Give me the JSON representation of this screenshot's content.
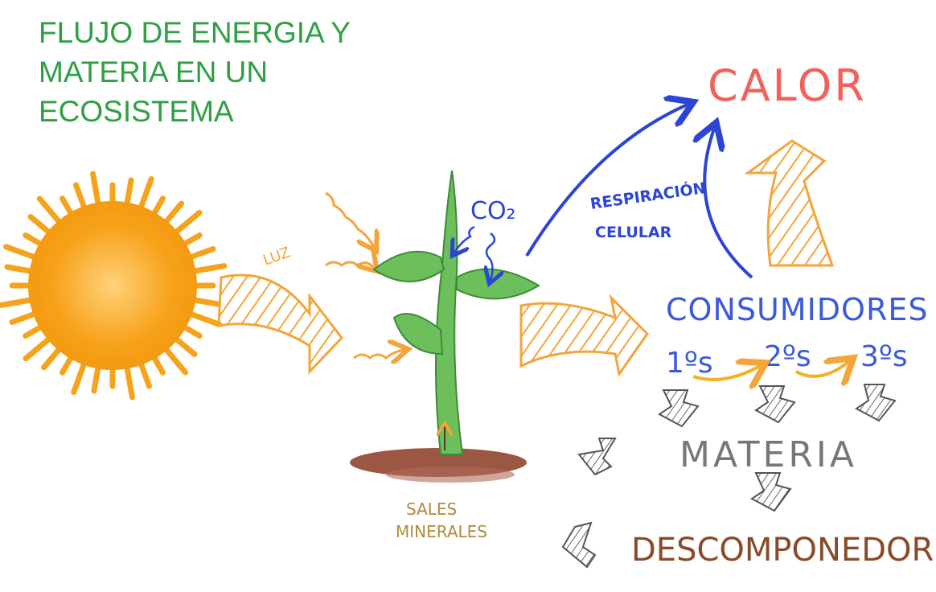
{
  "title": [
    "FLUJO DE ENERGIA Y",
    "MATERIA EN UN",
    "ECOSISTEMA"
  ],
  "labels": {
    "luz": "LUZ",
    "co2": "CO₂",
    "respiracion": "RESPIRACIÓN",
    "celular": "CELULAR",
    "calor": "CALOR",
    "consumidores": "CONSUMIDORES",
    "primarios": "1ºs",
    "secundarios": "2ºs",
    "terciarios": "3ºs",
    "materia": "MATERIA",
    "descomponedores": "DESCOMPONEDORES",
    "sales": "SALES",
    "minerales": "MINERALES"
  },
  "colors": {
    "title": "#2ea043",
    "sun": "#f7a21b",
    "arrows": "#f5a43a",
    "blue": "#2b45d6",
    "calor": "#f0625a",
    "materia": "#777777",
    "descomponedores": "#8a4a2a",
    "sales": "#b08a3a",
    "plant": "#6cbf5a",
    "soil": "#8b3a22"
  }
}
